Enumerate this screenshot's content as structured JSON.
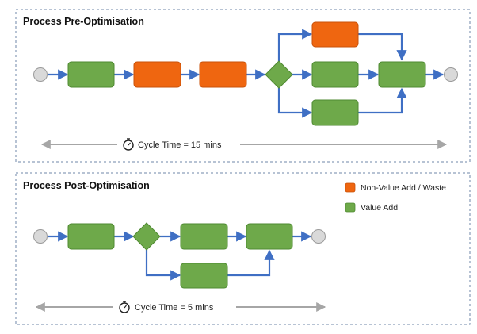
{
  "colors": {
    "value_add": "#6ea94a",
    "value_add_stroke": "#4f8a32",
    "waste": "#ef6610",
    "waste_stroke": "#c9520a",
    "flow": "#3f6fc4",
    "terminal_fill": "#d9d9d9",
    "terminal_stroke": "#9a9a9a",
    "timeline": "#a6a6a6",
    "panel_border": "#6f87a8"
  },
  "panels": {
    "pre": {
      "title": "Process Pre-Optimisation",
      "cycle_label": "Cycle Time = 15 mins",
      "steps": [
        {
          "type": "value_add"
        },
        {
          "type": "waste"
        },
        {
          "type": "waste"
        },
        {
          "type": "decision"
        },
        {
          "type": "waste"
        },
        {
          "type": "value_add"
        },
        {
          "type": "value_add"
        },
        {
          "type": "value_add"
        }
      ]
    },
    "post": {
      "title": "Process Post-Optimisation",
      "cycle_label": "Cycle Time = 5 mins",
      "steps": [
        {
          "type": "value_add"
        },
        {
          "type": "decision"
        },
        {
          "type": "value_add"
        },
        {
          "type": "value_add"
        },
        {
          "type": "value_add"
        }
      ]
    }
  },
  "legend": [
    {
      "label": "Non-Value Add / Waste",
      "type": "waste"
    },
    {
      "label": "Value Add",
      "type": "value_add"
    }
  ],
  "icons": {
    "timer": "stopwatch-icon"
  }
}
